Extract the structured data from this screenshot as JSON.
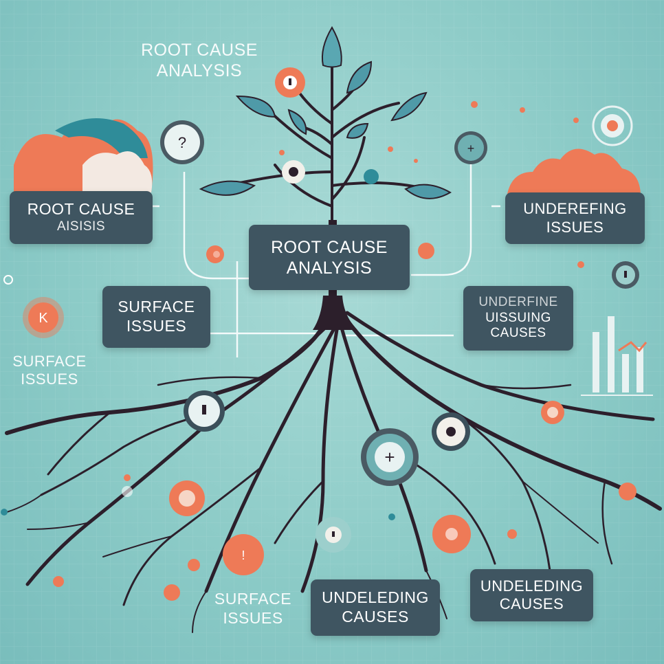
{
  "title": {
    "line1": "ROOT CAUSE",
    "line2": "ANALYSIS"
  },
  "center_box": {
    "line1": "ROOT CAUSE",
    "line2": "ANALYSIS"
  },
  "left_top_box": {
    "line1": "ROOT CAUSE",
    "line2": "AISISIS"
  },
  "right_top_box": {
    "line1": "UNDEREFING",
    "line2": "ISSUES"
  },
  "left_mid_box": {
    "line1": "SURFACE",
    "line2": "ISSUES"
  },
  "right_mid_box": {
    "line1": "UNDERFINE",
    "line2": "UISSUING",
    "line3": "CAUSES"
  },
  "left_label": {
    "line1": "SURFACE",
    "line2": "ISSUES"
  },
  "bottom_left_label": {
    "line1": "SURFACE",
    "line2": "ISSUES"
  },
  "bottom_center_box": {
    "line1": "UNDELEDING",
    "line2": "CAUSES"
  },
  "bottom_right_box": {
    "line1": "UNDELEDING",
    "line2": "CAUSES"
  },
  "icons": [
    "exclamation-icon",
    "lightbulb-icon",
    "plus-icon",
    "keyhole-icon",
    "gear-icon",
    "target-icon",
    "bar-chart-icon",
    "cloud-icon"
  ],
  "colors": {
    "background": "#8ccbc7",
    "box": "#3f5561",
    "accent": "#ee7a57",
    "trunk": "#2c1f2b",
    "leaf": "#4f9aa8"
  }
}
